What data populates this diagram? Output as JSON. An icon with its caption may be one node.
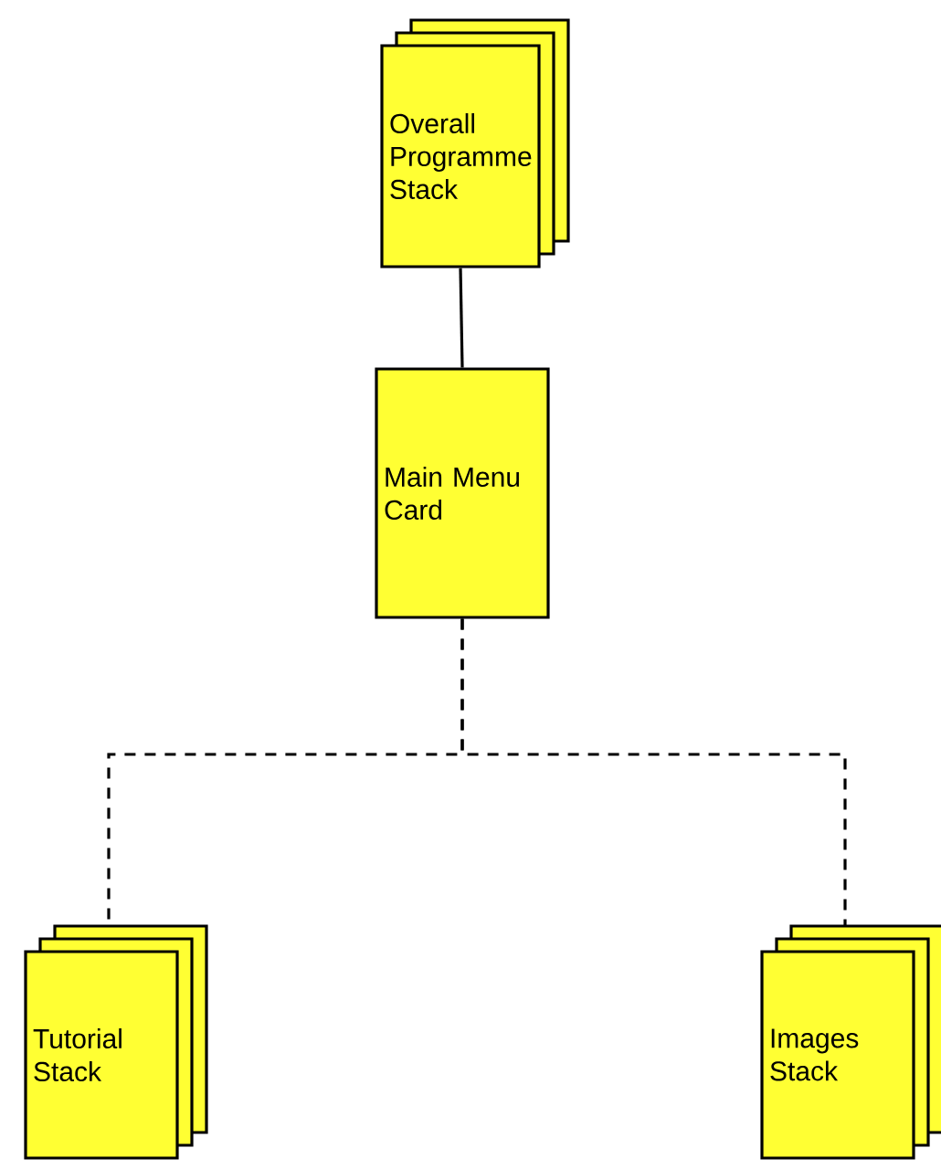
{
  "diagram": {
    "nodes": [
      {
        "text": [
          "Overall Programme Stack"
        ]
      },
      {
        "text": [
          "Main Menu Card"
        ]
      },
      {
        "text": [
          "Tutorial Stack"
        ]
      },
      {
        "text": [
          "Images Stack"
        ]
      }
    ],
    "edges": [
      {
        "from": 0,
        "to": 1,
        "arrow": "none"
      },
      {
        "from": 1,
        "to": 2,
        "arrow": "none",
        "style": "dashed"
      },
      {
        "from": 1,
        "to": 3,
        "arrow": "none",
        "style": "dashed"
      }
    ]
  }
}
